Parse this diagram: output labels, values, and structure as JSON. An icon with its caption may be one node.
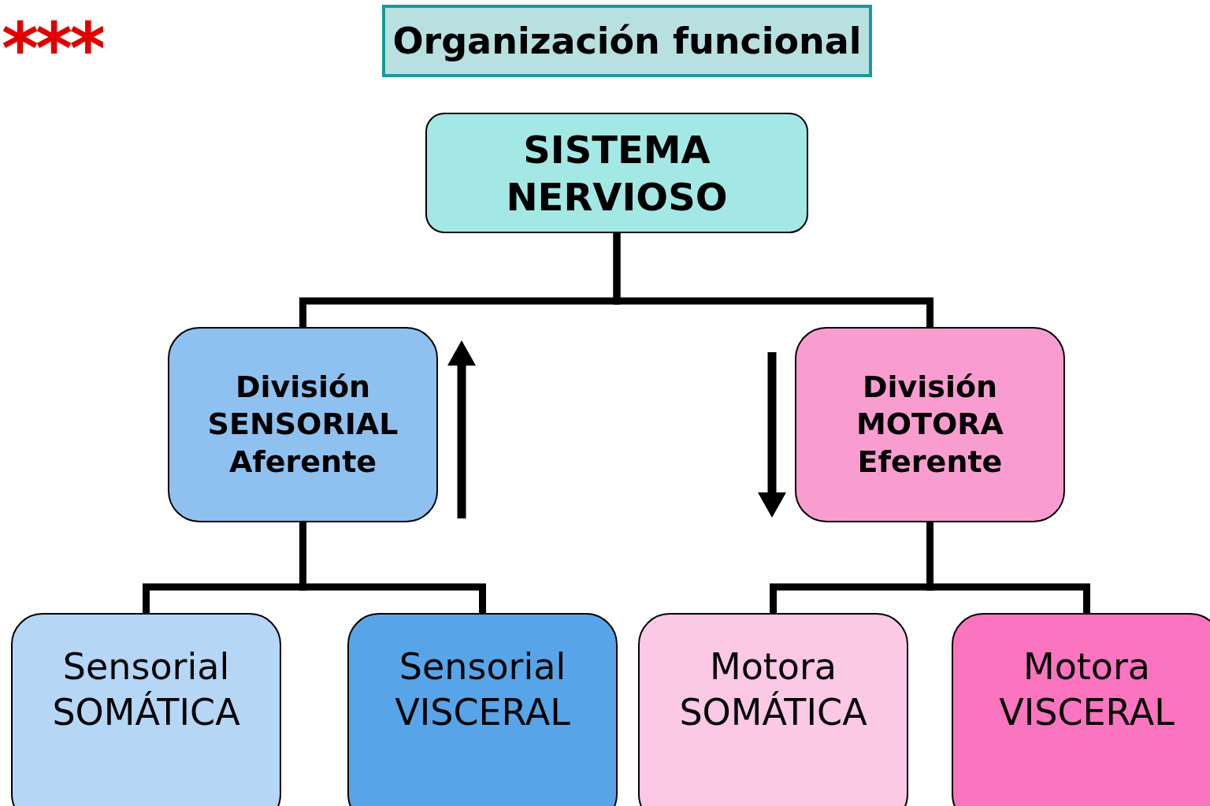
{
  "diagram": {
    "title": "Organización funcional",
    "nodes": [
      {
        "text": [
          "SISTEMA NERVIOSO"
        ]
      },
      {
        "text": [
          "División SENSORIAL Aferente"
        ]
      },
      {
        "text": [
          "División MOTORA Eferente"
        ]
      },
      {
        "text": [
          "Sensorial SOMÁTICA"
        ]
      },
      {
        "text": [
          "Sensorial VISCERAL"
        ]
      },
      {
        "text": [
          "Motora SOMÁTICA"
        ]
      },
      {
        "text": [
          "Motora VISCERAL"
        ]
      }
    ],
    "edges": [
      {
        "from": 0,
        "to": 1,
        "arrow": "none"
      },
      {
        "from": 0,
        "to": 2,
        "arrow": "none"
      },
      {
        "from": 1,
        "to": 3,
        "arrow": "none"
      },
      {
        "from": 1,
        "to": 4,
        "arrow": "none"
      },
      {
        "from": 2,
        "to": 5,
        "arrow": "none"
      },
      {
        "from": 2,
        "to": 6,
        "arrow": "none"
      }
    ],
    "labels": [
      "***"
    ]
  }
}
